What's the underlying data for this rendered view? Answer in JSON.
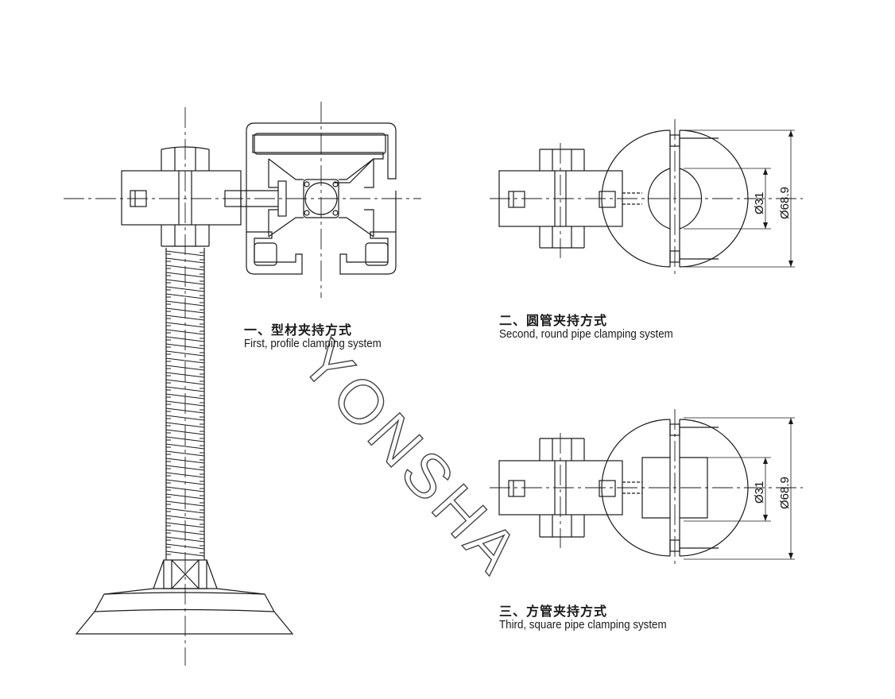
{
  "watermark": "YONSHA",
  "captions": {
    "first": {
      "cn": "一、型材夹持方式",
      "en": "First, profile clamping system"
    },
    "second": {
      "cn": "二、圆管夹持方式",
      "en": "Second, round pipe clamping system"
    },
    "third": {
      "cn": "三、方管夹持方式",
      "en": "Third, square pipe clamping system"
    }
  },
  "dimensions": {
    "round": {
      "inner": "Ø31",
      "outer": "Ø68.9"
    },
    "square": {
      "inner": "Ø31",
      "outer": "Ø68.9"
    }
  },
  "colors": {
    "line": "#1a1a1a",
    "background": "#ffffff"
  }
}
